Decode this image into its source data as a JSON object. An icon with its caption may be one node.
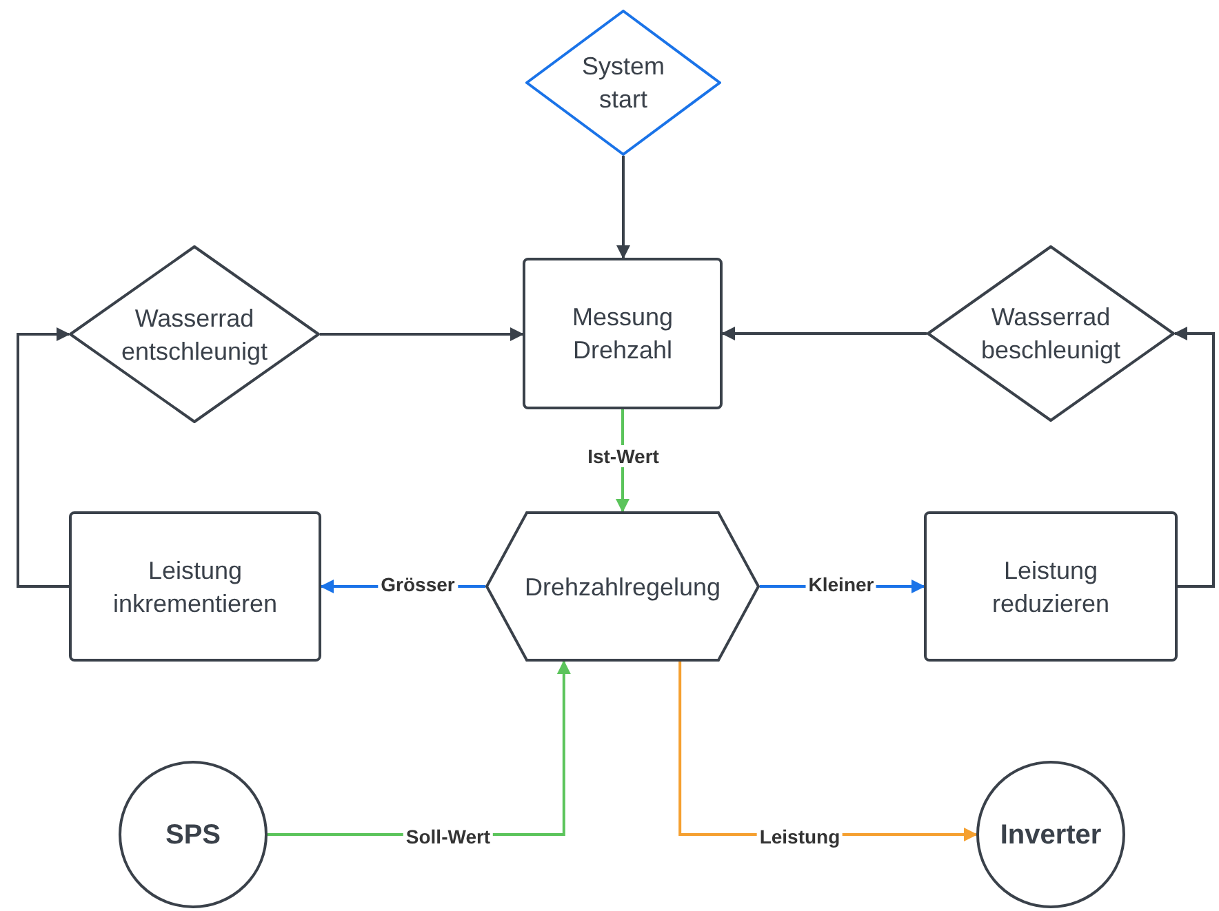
{
  "diagram": {
    "nodes": [
      {
        "text": [
          "System start"
        ]
      },
      {
        "text": [
          "Wasserrad entschleunigt"
        ]
      },
      {
        "text": [
          "Messung Drehzahl"
        ]
      },
      {
        "text": [
          "Wasserrad beschleunigt"
        ]
      },
      {
        "text": [
          "Leistung inkrementieren"
        ]
      },
      {
        "text": [
          "Drehzahlregelung"
        ]
      },
      {
        "text": [
          "Leistung reduzieren"
        ]
      },
      {
        "text": [
          "SPS"
        ]
      },
      {
        "text": [
          "Inverter"
        ]
      }
    ],
    "edges": [
      {
        "from": 0,
        "to": 2,
        "arrow": "to"
      },
      {
        "from": 1,
        "to": 2,
        "arrow": "to"
      },
      {
        "from": 3,
        "to": 2,
        "arrow": "to"
      },
      {
        "from": 2,
        "to": 5,
        "arrow": "to",
        "label": "Ist-Wert",
        "color": "#5bc45b"
      },
      {
        "from": 5,
        "to": 4,
        "arrow": "to",
        "label": "Grösser",
        "color": "#1a73e8"
      },
      {
        "from": 5,
        "to": 6,
        "arrow": "to",
        "label": "Kleiner",
        "color": "#1a73e8"
      },
      {
        "from": 4,
        "to": 1,
        "arrow": "to"
      },
      {
        "from": 6,
        "to": 3,
        "arrow": "to"
      },
      {
        "from": 7,
        "to": 5,
        "arrow": "to",
        "label": "Soll-Wert",
        "color": "#5bc45b"
      },
      {
        "from": 5,
        "to": 8,
        "arrow": "to",
        "label": "Leistung",
        "color": "#f5a030"
      }
    ]
  }
}
